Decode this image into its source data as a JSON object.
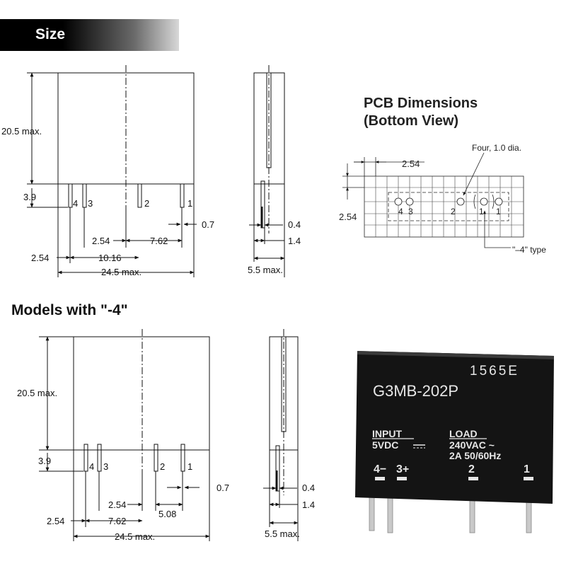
{
  "banner": {
    "title": "Size"
  },
  "pcb": {
    "title_line1": "PCB Dimensions",
    "title_line2": "(Bottom View)",
    "pitch_top": "2.54",
    "pitch_left": "2.54",
    "hole_note": "Four, 1.0 dia.",
    "type_note": "\"–4\" type",
    "pin_labels": [
      "4",
      "3",
      "2",
      "1",
      "1"
    ]
  },
  "top_drawing": {
    "height": "20.5 max.",
    "pin_length": "3.9",
    "pins": [
      "4",
      "3",
      "2",
      "1"
    ],
    "pin_width": "0.7",
    "pitch_a": "2.54",
    "pitch_b": "7.62",
    "offset": "2.54",
    "span": "10.16",
    "width": "24.5 max.",
    "side_a": "0.4",
    "side_b": "1.4",
    "side_width": "5.5 max."
  },
  "models_title": "Models with \"-4\"",
  "bottom_drawing": {
    "height": "20.5 max.",
    "pin_length": "3.9",
    "pins": [
      "4",
      "3",
      "2",
      "1"
    ],
    "pin_width": "0.7",
    "pitch_a": "2.54",
    "pitch_c": "5.08",
    "offset": "2.54",
    "span": "7.62",
    "width": "24.5 max.",
    "side_a": "0.4",
    "side_b": "1.4",
    "side_width": "5.5 max."
  },
  "product": {
    "code": "1565E",
    "model": "G3MB-202P",
    "input_label": "INPUT",
    "input_value": "5VDC",
    "load_label": "LOAD",
    "load_voltage": "240VAC ~",
    "load_current": "2A  50/60Hz",
    "pins": [
      "4−",
      "3+",
      "2",
      "1"
    ]
  }
}
